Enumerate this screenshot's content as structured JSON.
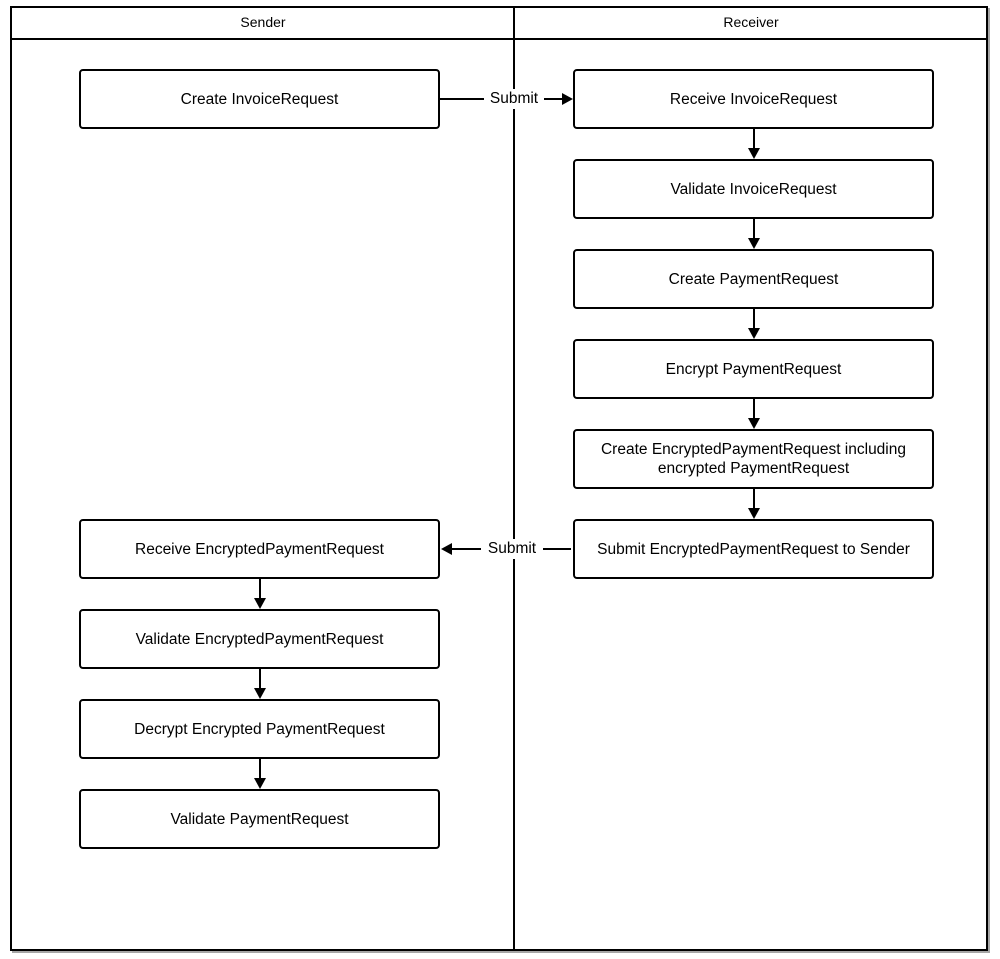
{
  "diagram": {
    "type": "swimlane-flowchart",
    "background_color": "#ffffff",
    "line_color": "#000000",
    "node_fill_color": "#ffffff"
  },
  "lanes": [
    {
      "id": "sender",
      "title": "Sender"
    },
    {
      "id": "receiver",
      "title": "Receiver"
    }
  ],
  "nodes": [
    {
      "id": "create-invoice-request",
      "lane": "sender",
      "label": "Create InvoiceRequest"
    },
    {
      "id": "receive-invoice-request",
      "lane": "receiver",
      "label": "Receive InvoiceRequest"
    },
    {
      "id": "validate-invoice-request",
      "lane": "receiver",
      "label": "Validate InvoiceRequest"
    },
    {
      "id": "create-payment-request",
      "lane": "receiver",
      "label": "Create PaymentRequest"
    },
    {
      "id": "encrypt-payment-request",
      "lane": "receiver",
      "label": "Encrypt PaymentRequest"
    },
    {
      "id": "create-encrypted-payment-request",
      "lane": "receiver",
      "label": "Create EncryptedPaymentRequest including encrypted PaymentRequest"
    },
    {
      "id": "submit-encrypted-payment-request",
      "lane": "receiver",
      "label": "Submit EncryptedPaymentRequest to Sender"
    },
    {
      "id": "receive-encrypted-payment-request",
      "lane": "sender",
      "label": "Receive EncryptedPaymentRequest"
    },
    {
      "id": "validate-encrypted-payment-request",
      "lane": "sender",
      "label": "Validate EncryptedPaymentRequest"
    },
    {
      "id": "decrypt-encrypted-payment-request",
      "lane": "sender",
      "label": "Decrypt Encrypted PaymentRequest"
    },
    {
      "id": "validate-payment-request",
      "lane": "sender",
      "label": "Validate PaymentRequest"
    }
  ],
  "edges": [
    {
      "id": "e1",
      "from": "create-invoice-request",
      "to": "receive-invoice-request",
      "label": "Submit",
      "direction": "right"
    },
    {
      "id": "e2",
      "from": "receive-invoice-request",
      "to": "validate-invoice-request",
      "label": "",
      "direction": "down"
    },
    {
      "id": "e3",
      "from": "validate-invoice-request",
      "to": "create-payment-request",
      "label": "",
      "direction": "down"
    },
    {
      "id": "e4",
      "from": "create-payment-request",
      "to": "encrypt-payment-request",
      "label": "",
      "direction": "down"
    },
    {
      "id": "e5",
      "from": "encrypt-payment-request",
      "to": "create-encrypted-payment-request",
      "label": "",
      "direction": "down"
    },
    {
      "id": "e6",
      "from": "create-encrypted-payment-request",
      "to": "submit-encrypted-payment-request",
      "label": "",
      "direction": "down"
    },
    {
      "id": "e7",
      "from": "submit-encrypted-payment-request",
      "to": "receive-encrypted-payment-request",
      "label": "Submit",
      "direction": "left"
    },
    {
      "id": "e8",
      "from": "receive-encrypted-payment-request",
      "to": "validate-encrypted-payment-request",
      "label": "",
      "direction": "down"
    },
    {
      "id": "e9",
      "from": "validate-encrypted-payment-request",
      "to": "decrypt-encrypted-payment-request",
      "label": "",
      "direction": "down"
    },
    {
      "id": "e10",
      "from": "decrypt-encrypted-payment-request",
      "to": "validate-payment-request",
      "label": "",
      "direction": "down"
    }
  ],
  "edge_labels": {
    "submit_to_receiver": "Submit",
    "submit_to_sender": "Submit"
  }
}
